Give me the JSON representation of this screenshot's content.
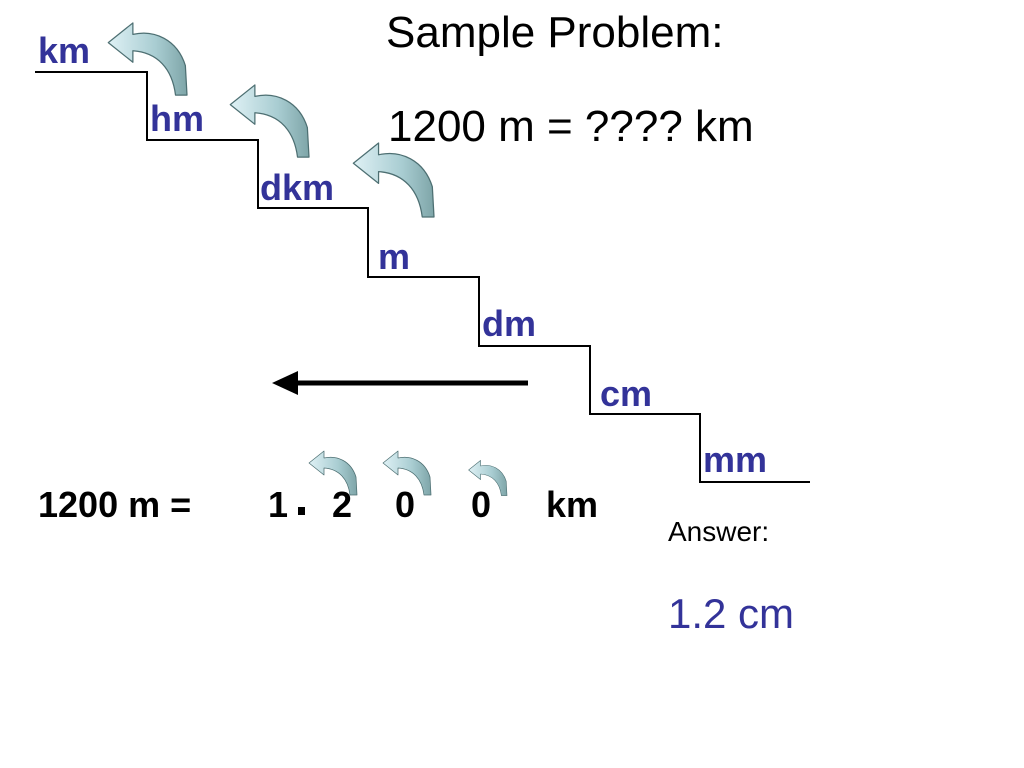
{
  "title": "Sample Problem:",
  "problem": "1200 m = ???? km",
  "units": [
    "km",
    "hm",
    "dkm",
    "m",
    "dm",
    "cm",
    "mm"
  ],
  "equation": {
    "lhs": "1200 m =",
    "digits": [
      "1",
      "2",
      "0",
      "0"
    ],
    "unit": "km"
  },
  "answer": {
    "label": "Answer:",
    "value": "1.2 cm"
  },
  "colors": {
    "unit_text": "#333399",
    "arrow_fill_light": "#cde8ee",
    "arrow_fill_dark": "#7ea5a8",
    "arrow_stroke": "#4d6f72"
  },
  "icons": {
    "step_arrow": "curved-arrow-icon",
    "direction_arrow": "left-arrow-icon",
    "decimal_point": "decimal-point-icon"
  }
}
